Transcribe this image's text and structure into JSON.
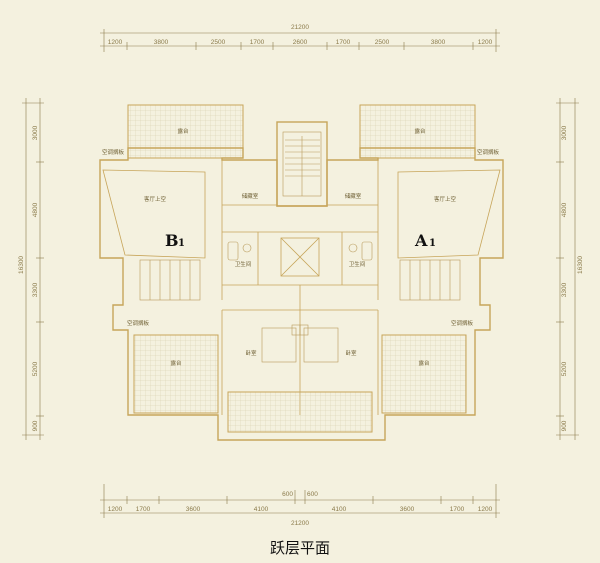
{
  "top_dims": {
    "total": "21200",
    "segments": [
      "1200",
      "3800",
      "2500",
      "1700",
      "2600",
      "1700",
      "2500",
      "3800",
      "1200"
    ]
  },
  "bottom_dims": {
    "segments": [
      "1200",
      "1700",
      "3600",
      "4100",
      "4100",
      "3600",
      "1700",
      "1200"
    ],
    "middle": "600",
    "middle2": "600",
    "total": "21200"
  },
  "left_dims": {
    "segments": [
      "3000",
      "4800",
      "3300",
      "5200",
      "900"
    ],
    "total": "16300"
  },
  "right_dims": {
    "segments": [
      "3000",
      "4800",
      "3300",
      "5200",
      "900"
    ],
    "total": "16300"
  },
  "rooms": {
    "balcony_top_left": "露台",
    "balcony_top_right": "露台",
    "ac_left_top": "空调搁板",
    "ac_right_top": "空调搁板",
    "living_up_left": "客厅上空",
    "living_up_right": "客厅上空",
    "storage_left": "储藏室",
    "storage_right": "储藏室",
    "wc_left": "卫生间",
    "wc_right": "卫生间",
    "ac_left_bottom": "空调搁板",
    "ac_right_bottom": "空调搁板",
    "bedroom_left": "卧室",
    "bedroom_right": "卧室",
    "terrace_left": "露台",
    "terrace_right": "露台"
  },
  "unit_left": {
    "letter": "B",
    "sub": "1"
  },
  "unit_right": {
    "letter": "A",
    "sub": "1"
  },
  "title": "跃层平面"
}
